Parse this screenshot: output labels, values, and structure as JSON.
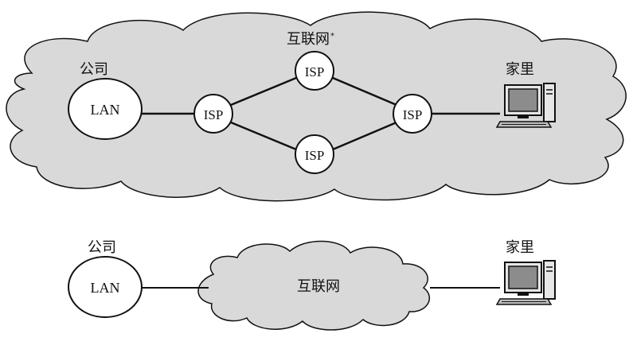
{
  "top": {
    "internet_label": "互联网",
    "internet_mark": "*",
    "company_label": "公司",
    "home_label": "家里",
    "lan_label": "LAN",
    "isp_nodes": [
      {
        "label": "ISP"
      },
      {
        "label": "ISP"
      },
      {
        "label": "ISP"
      },
      {
        "label": "ISP"
      }
    ]
  },
  "bottom": {
    "company_label": "公司",
    "home_label": "家里",
    "lan_label": "LAN",
    "internet_label": "互联网"
  },
  "colors": {
    "cloud_fill": "#d9d9d9",
    "node_fill": "#ffffff",
    "stroke": "#111111",
    "screen": "#8c8c8c"
  }
}
